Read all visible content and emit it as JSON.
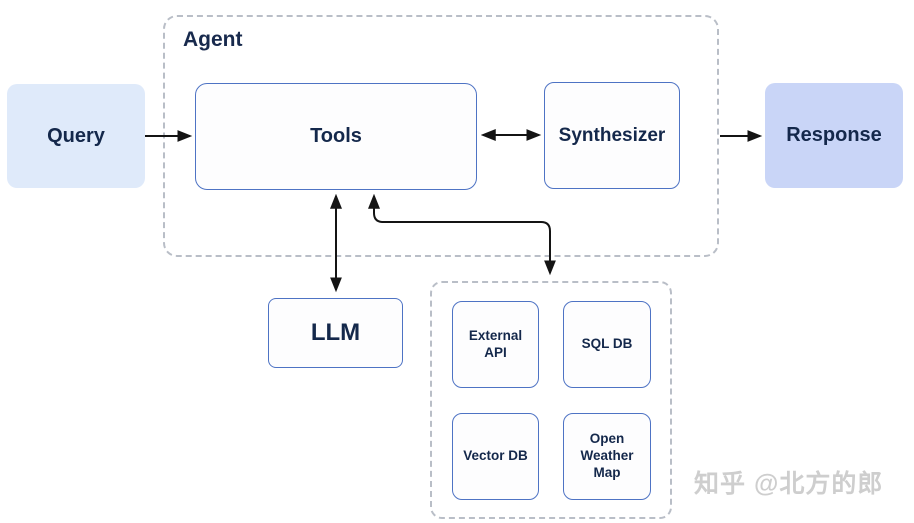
{
  "diagram": {
    "groups": {
      "agent": "Agent"
    },
    "nodes": {
      "query": "Query",
      "tools": "Tools",
      "synthesizer": "Synthesizer",
      "response": "Response",
      "llm": "LLM",
      "external_api": "External API",
      "sql_db": "SQL DB",
      "vector_db": "Vector DB",
      "open_weather_map": "Open Weather Map"
    },
    "edges": [
      {
        "from": "query",
        "to": "tools",
        "direction": "one-way"
      },
      {
        "from": "tools",
        "to": "synthesizer",
        "direction": "two-way"
      },
      {
        "from": "synthesizer",
        "to": "response",
        "direction": "one-way"
      },
      {
        "from": "tools",
        "to": "llm",
        "direction": "two-way"
      },
      {
        "from": "tools",
        "to": "tool-sources-group",
        "direction": "two-way"
      }
    ],
    "colors": {
      "query_fill": "#dfeafa",
      "response_fill": "#c9d5f7",
      "node_fill": "#fdfdfe",
      "node_border": "#4e73c4",
      "text": "#14284b",
      "group_dashed_border": "#b9bec7",
      "arrow": "#141414",
      "watermark": "#cecece"
    }
  },
  "watermark": "知乎 @北方的郎"
}
